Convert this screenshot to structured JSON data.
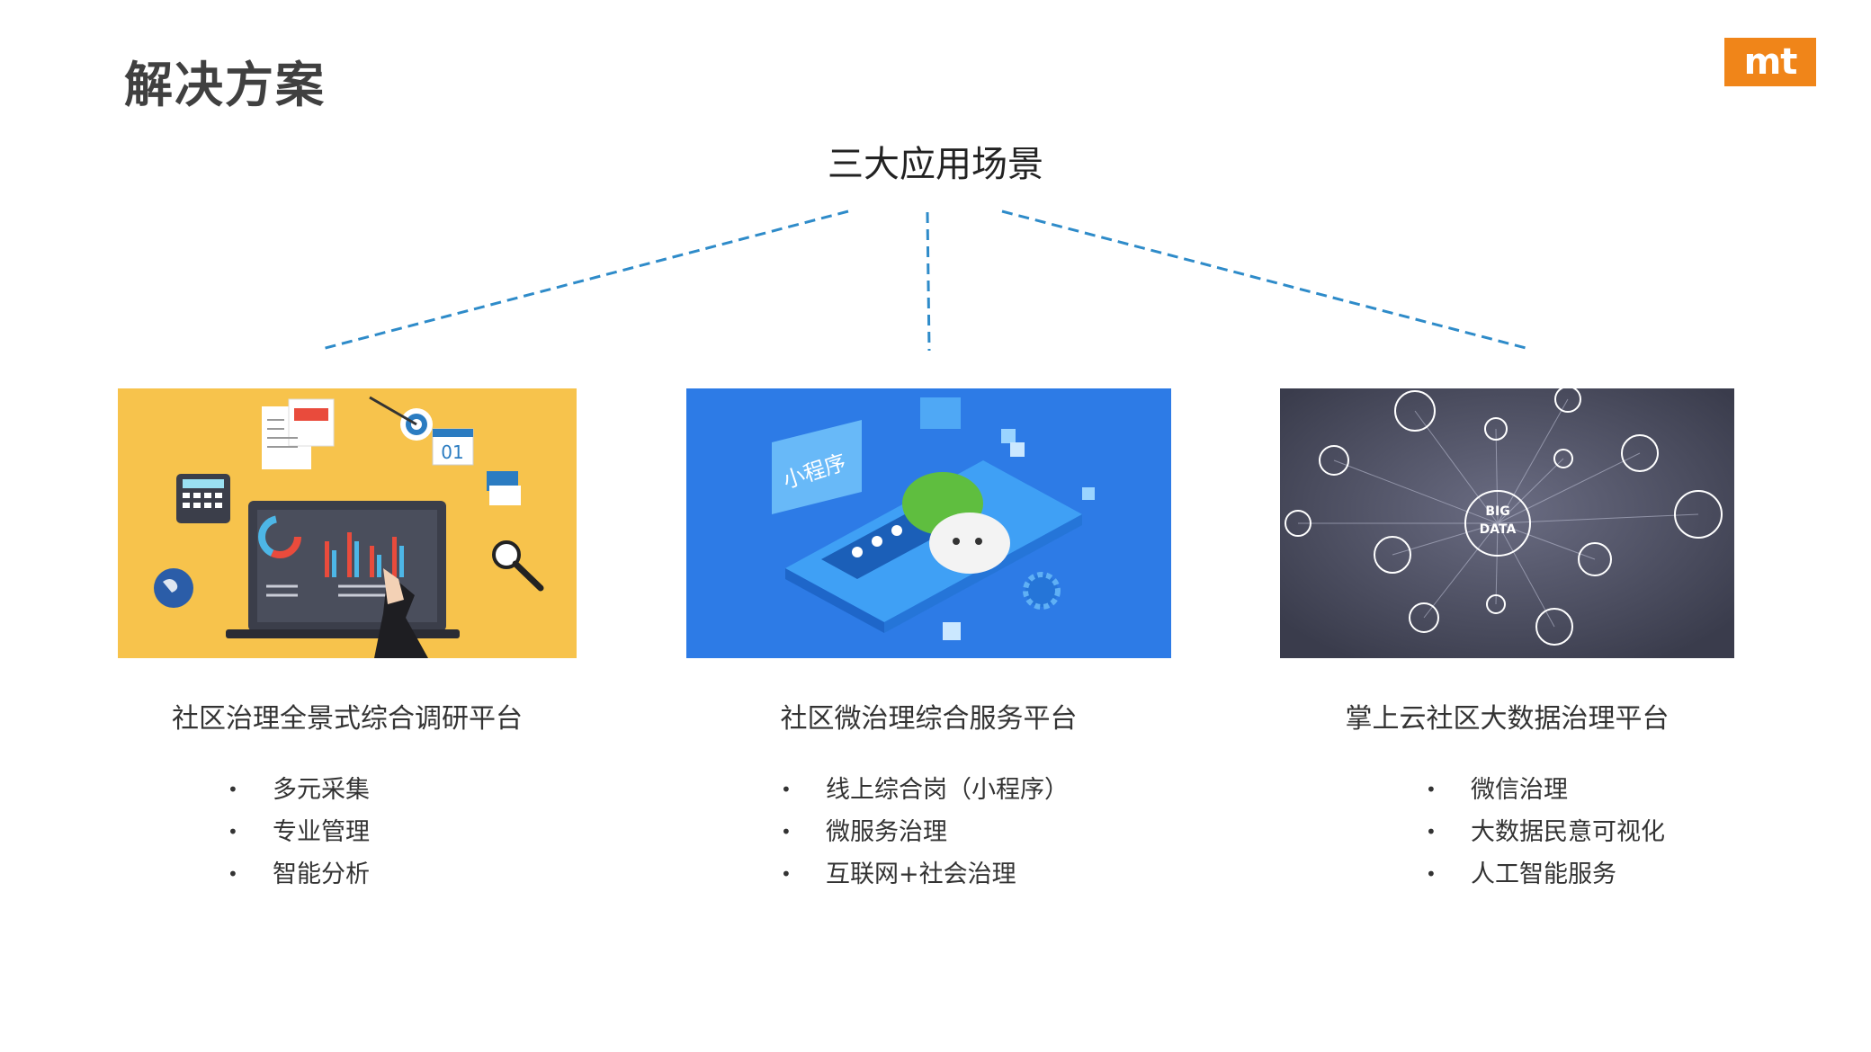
{
  "slide": {
    "title": "解决方案",
    "subtitle": "三大应用场景"
  },
  "logo": {
    "text": "mt",
    "color": "#F08519"
  },
  "connector_color": "#2E8BC9",
  "cards": [
    {
      "title": "社区治理全景式综合调研平台",
      "image_badge": "01",
      "bullets": [
        "多元采集",
        "专业管理",
        "智能分析"
      ]
    },
    {
      "title": "社区微治理综合服务平台",
      "image_label": "小程序",
      "bullets": [
        "线上综合岗（小程序）",
        "微服务治理",
        "互联网+社会治理"
      ]
    },
    {
      "title": "掌上云社区大数据治理平台",
      "image_label_line1": "BIG",
      "image_label_line2": "DATA",
      "bullets": [
        "微信治理",
        "大数据民意可视化",
        "人工智能服务"
      ]
    }
  ],
  "bullet_symbol": "•"
}
